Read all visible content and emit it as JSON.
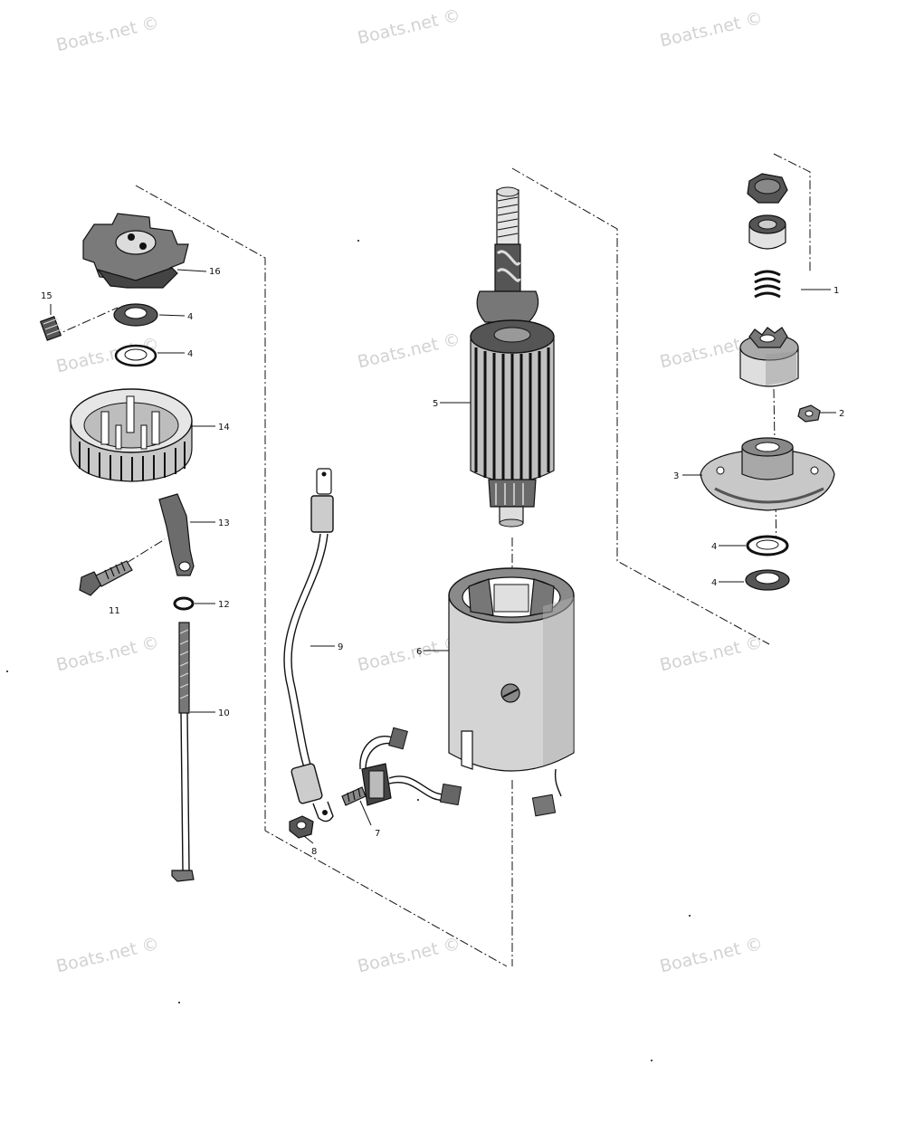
{
  "watermark": {
    "text": "Boats.net ©",
    "color": "#d2d2d2"
  },
  "callouts": {
    "c1": "1",
    "c2": "2",
    "c3": "3",
    "c4a": "4",
    "c4b": "4",
    "c4c": "4",
    "c4d": "4",
    "c5": "5",
    "c6": "6",
    "c7": "7",
    "c8": "8",
    "c9": "9",
    "c10": "10",
    "c11": "11",
    "c12": "12",
    "c13": "13",
    "c14": "14",
    "c15": "15",
    "c16": "16"
  },
  "icons": {
    "line_art": "starter-motor-exploded-view"
  }
}
